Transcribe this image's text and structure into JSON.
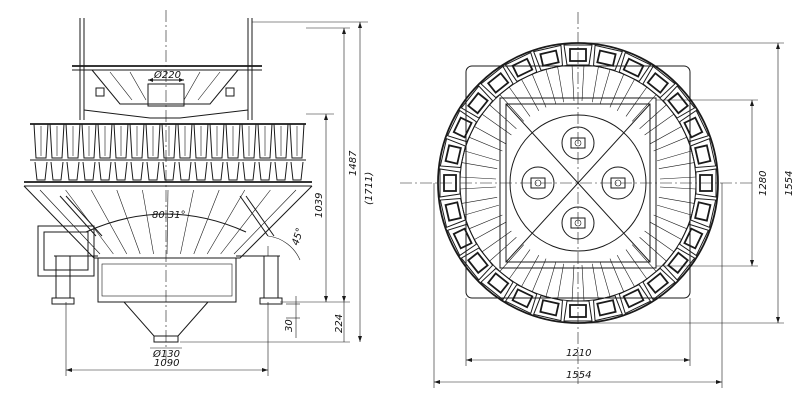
{
  "diagram": {
    "side_view": {
      "labels": {
        "top_diameter": "Ø220",
        "cone_angle": "80.31°",
        "tilt_angle": "45°",
        "outlet_diameter": "Ø130",
        "width": "1090"
      },
      "vertical_dims": {
        "total_height": "(1711)",
        "height_1487": "1487",
        "height_1039": "1039",
        "height_224": "224",
        "height_30": "30"
      }
    },
    "top_view": {
      "labels": {
        "inner_width": "1210",
        "outer_diameter": "1554",
        "height_1280": "1280",
        "height_1554": "1554"
      },
      "bucket_count": 28
    },
    "colors": {
      "line": "#1a1a1a",
      "background": "#ffffff"
    }
  }
}
